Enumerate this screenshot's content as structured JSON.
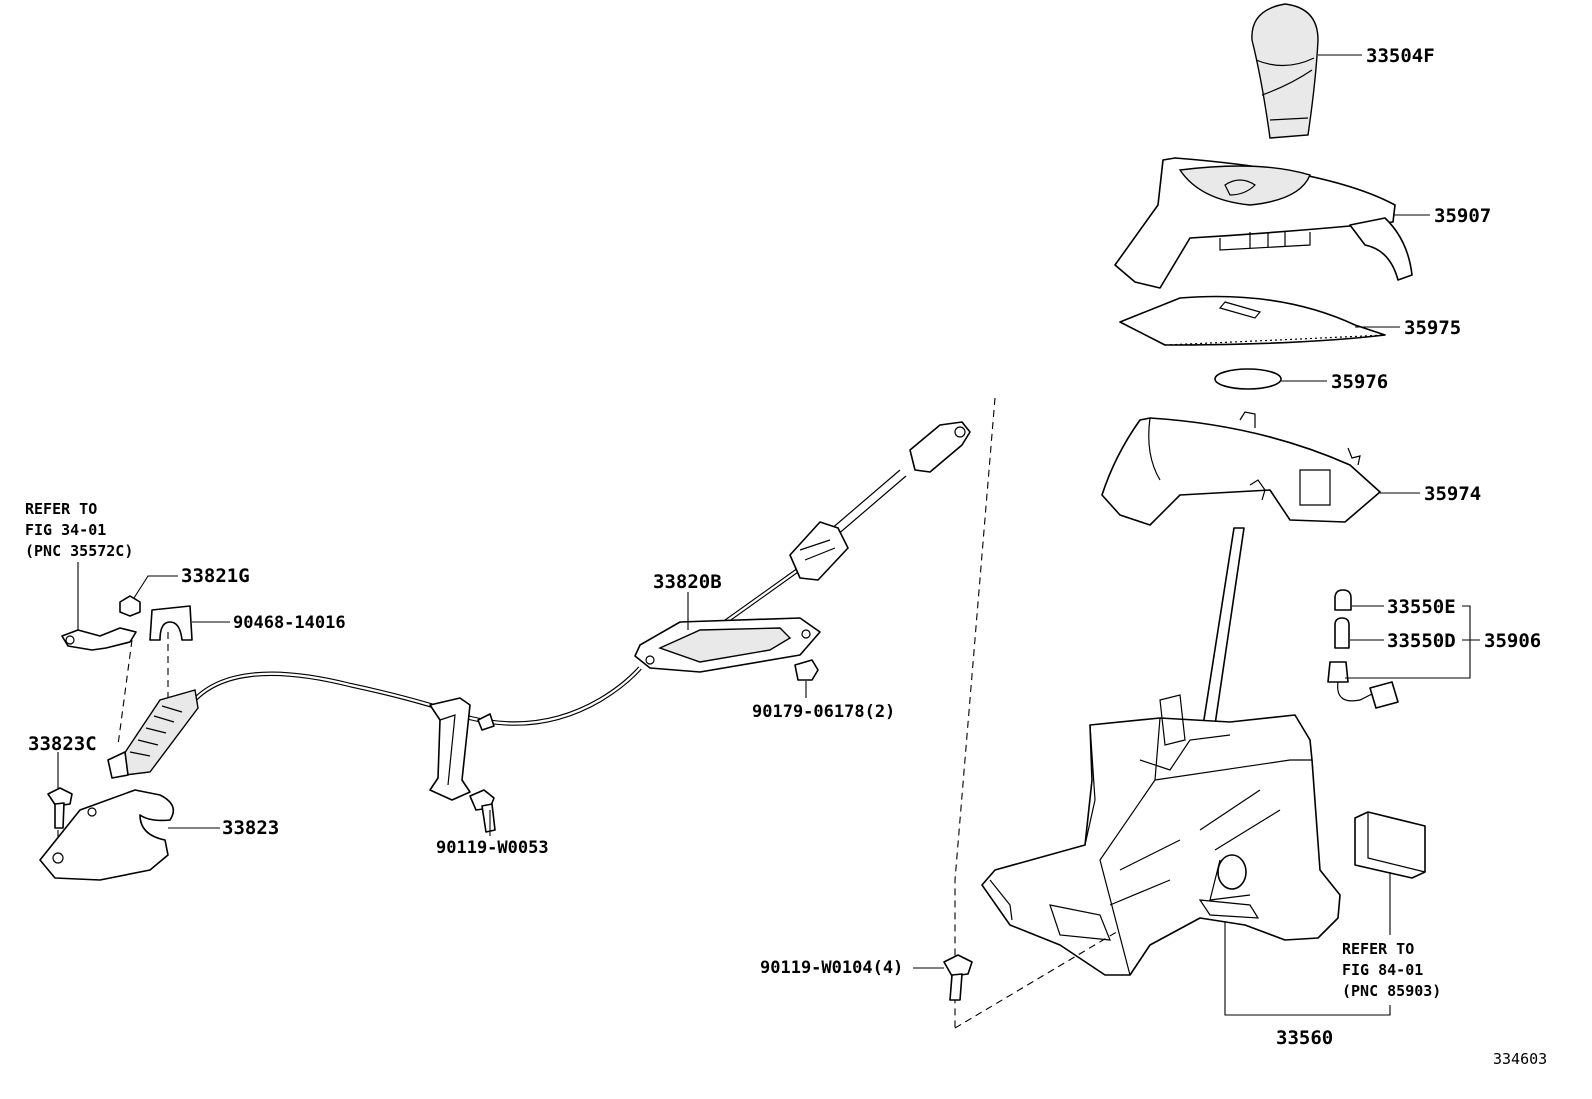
{
  "labels": {
    "p33504F": "33504F",
    "p35907": "35907",
    "p35975": "35975",
    "p35976": "35976",
    "p35974": "35974",
    "p33550E": "33550E",
    "p33550D": "33550D",
    "p35906": "35906",
    "p33820B": "33820B",
    "p90179": "90179-06178(2)",
    "p33821G": "33821G",
    "p90468": "90468-14016",
    "p33823C": "33823C",
    "p33823": "33823",
    "p90119a": "90119-W0053",
    "p90119b": "90119-W0104(4)",
    "p33560": "33560"
  },
  "notes": {
    "left": [
      "REFER TO",
      "FIG 34-01",
      "(PNC 35572C)"
    ],
    "right": [
      "REFER TO",
      "FIG 84-01",
      "(PNC 85903)"
    ]
  },
  "figure_id": "334603"
}
